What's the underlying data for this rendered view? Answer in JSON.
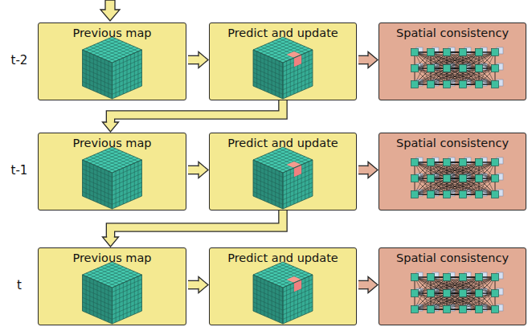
{
  "diagram": {
    "nodes": [
      {
        "text": [
          "Previous map"
        ]
      },
      {
        "text": [
          "Predict and update"
        ]
      },
      {
        "text": [
          "Spatial consistency"
        ]
      },
      {
        "text": [
          "Previous map"
        ]
      },
      {
        "text": [
          "Predict and update"
        ]
      },
      {
        "text": [
          "Spatial consistency"
        ]
      },
      {
        "text": [
          "Previous map"
        ]
      },
      {
        "text": [
          "Predict and update"
        ]
      },
      {
        "text": [
          "Spatial consistency"
        ]
      }
    ],
    "edges": [
      {
        "from": 0,
        "to": 1,
        "arrow": "to"
      },
      {
        "from": 1,
        "to": 2,
        "arrow": "to"
      },
      {
        "from": 1,
        "to": 3,
        "arrow": "to"
      },
      {
        "from": 3,
        "to": 4,
        "arrow": "to"
      },
      {
        "from": 4,
        "to": 5,
        "arrow": "to"
      },
      {
        "from": 4,
        "to": 6,
        "arrow": "to"
      },
      {
        "from": 6,
        "to": 7,
        "arrow": "to"
      },
      {
        "from": 7,
        "to": 8,
        "arrow": "to"
      }
    ],
    "labels": [
      "t-2",
      "t-1",
      "t"
    ]
  }
}
